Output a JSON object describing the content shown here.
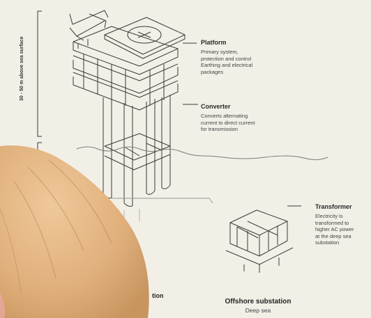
{
  "diagram": {
    "height_range_label": "30 - 50 m above\nsea surface",
    "depth_label": "",
    "components": [
      {
        "name": "Platform",
        "description": "Primary system,\nprotection and control\nEarthing and electrical\npackages"
      },
      {
        "name": "Converter",
        "description": "Converts alternating\ncurrent to direct current\nfor transmission"
      },
      {
        "name": "Transformer",
        "description": "Electricity is\ntransformed to\nhigher AC power\nat the deep sea\nsubstation"
      }
    ],
    "bottom_left_caption_fragment": "tion",
    "caption_title": "Offshore substation",
    "caption_subtitle": "Deep sea"
  },
  "colors": {
    "background": "#f2efe6",
    "line": "#3a3a3a",
    "hair": "#e2b98a",
    "hair_shadow": "#c8955f"
  }
}
